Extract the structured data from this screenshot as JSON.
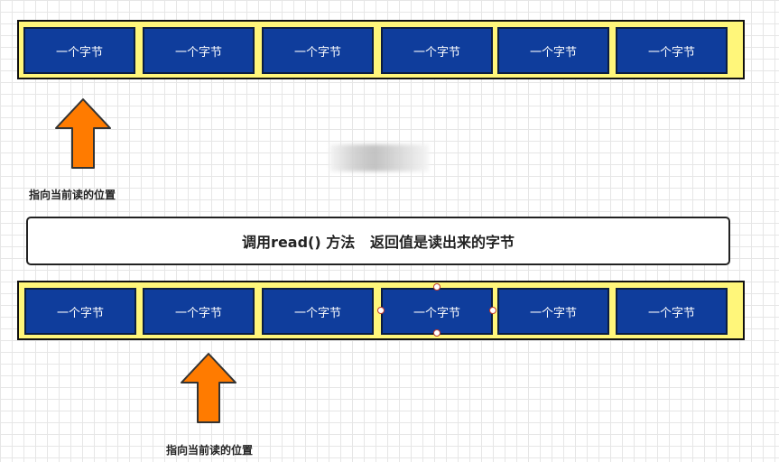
{
  "byte_label": "一个字节",
  "top_row": {
    "cells": [
      "一个字节",
      "一个字节",
      "一个字节",
      "一个字节",
      "一个字节",
      "一个字节"
    ],
    "pointer_index": 0
  },
  "bottom_row": {
    "cells": [
      "一个字节",
      "一个字节",
      "一个字节",
      "一个字节",
      "一个字节",
      "一个字节"
    ],
    "pointer_index": 1,
    "selected_index": 3
  },
  "pointer_label": "指向当前读的位置",
  "caption": "调用read() 方法   返回值是读出来的字节",
  "colors": {
    "row_fill": "#fff67a",
    "cell_fill": "#0f3d9c",
    "arrow_fill": "#ff7b00"
  }
}
